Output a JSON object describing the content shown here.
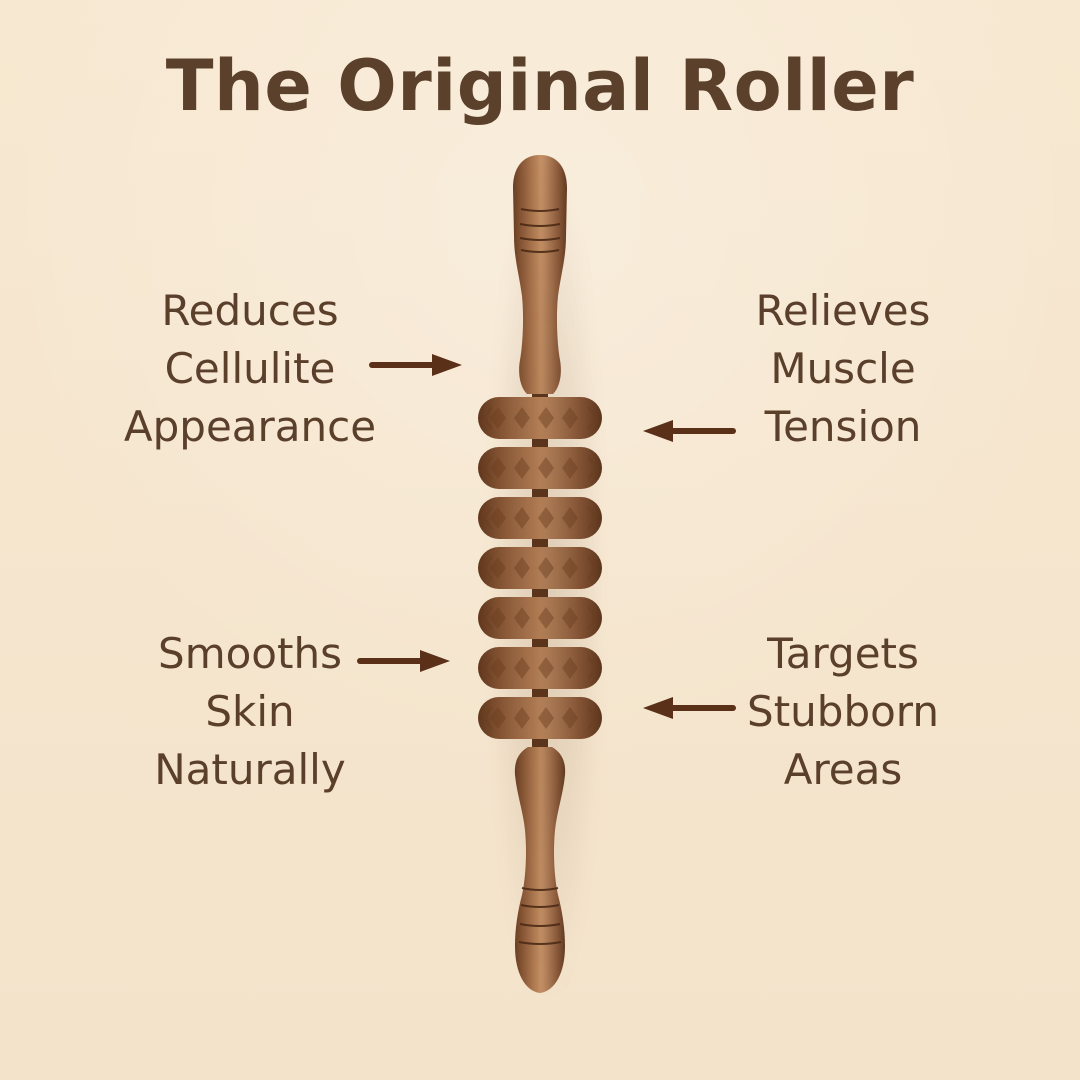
{
  "title": "The Original Roller",
  "callouts": {
    "left_top": [
      "Reduces",
      "Cellulite",
      "Appearance"
    ],
    "right_top": [
      "Relieves",
      "Muscle",
      "Tension"
    ],
    "left_bottom": [
      "Smooths",
      "Skin",
      "Naturally"
    ],
    "right_bottom": [
      "Targets",
      "Stubborn",
      "Areas"
    ]
  },
  "colors": {
    "background": "#f5e6cf",
    "text": "#5a3f2b",
    "wood_dark": "#6b3f22",
    "wood_mid": "#8a5531",
    "wood_light": "#b57a4d"
  },
  "icons": {
    "arrow": "arrow-icon",
    "roller": "wooden-roller-icon"
  }
}
